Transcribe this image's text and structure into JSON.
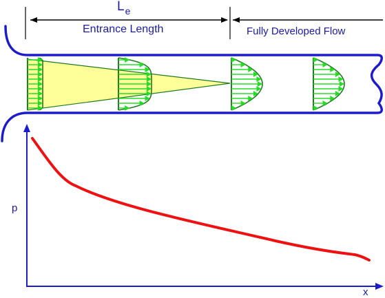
{
  "labels": {
    "le_main": "L",
    "le_sub": "e",
    "entrance_length": "Entrance Length",
    "fully_developed": "Fully Developed Flow",
    "p_axis": "p",
    "x_axis": "x"
  },
  "colors": {
    "pipe": "#1c1ccc",
    "profile": "#1f7a1f",
    "arrow": "#22dd22",
    "core": "#ffff99",
    "pressure": "#ee1111",
    "text": "#1a1aa6"
  },
  "icons": {
    "arrow_head": "arrow-head"
  }
}
